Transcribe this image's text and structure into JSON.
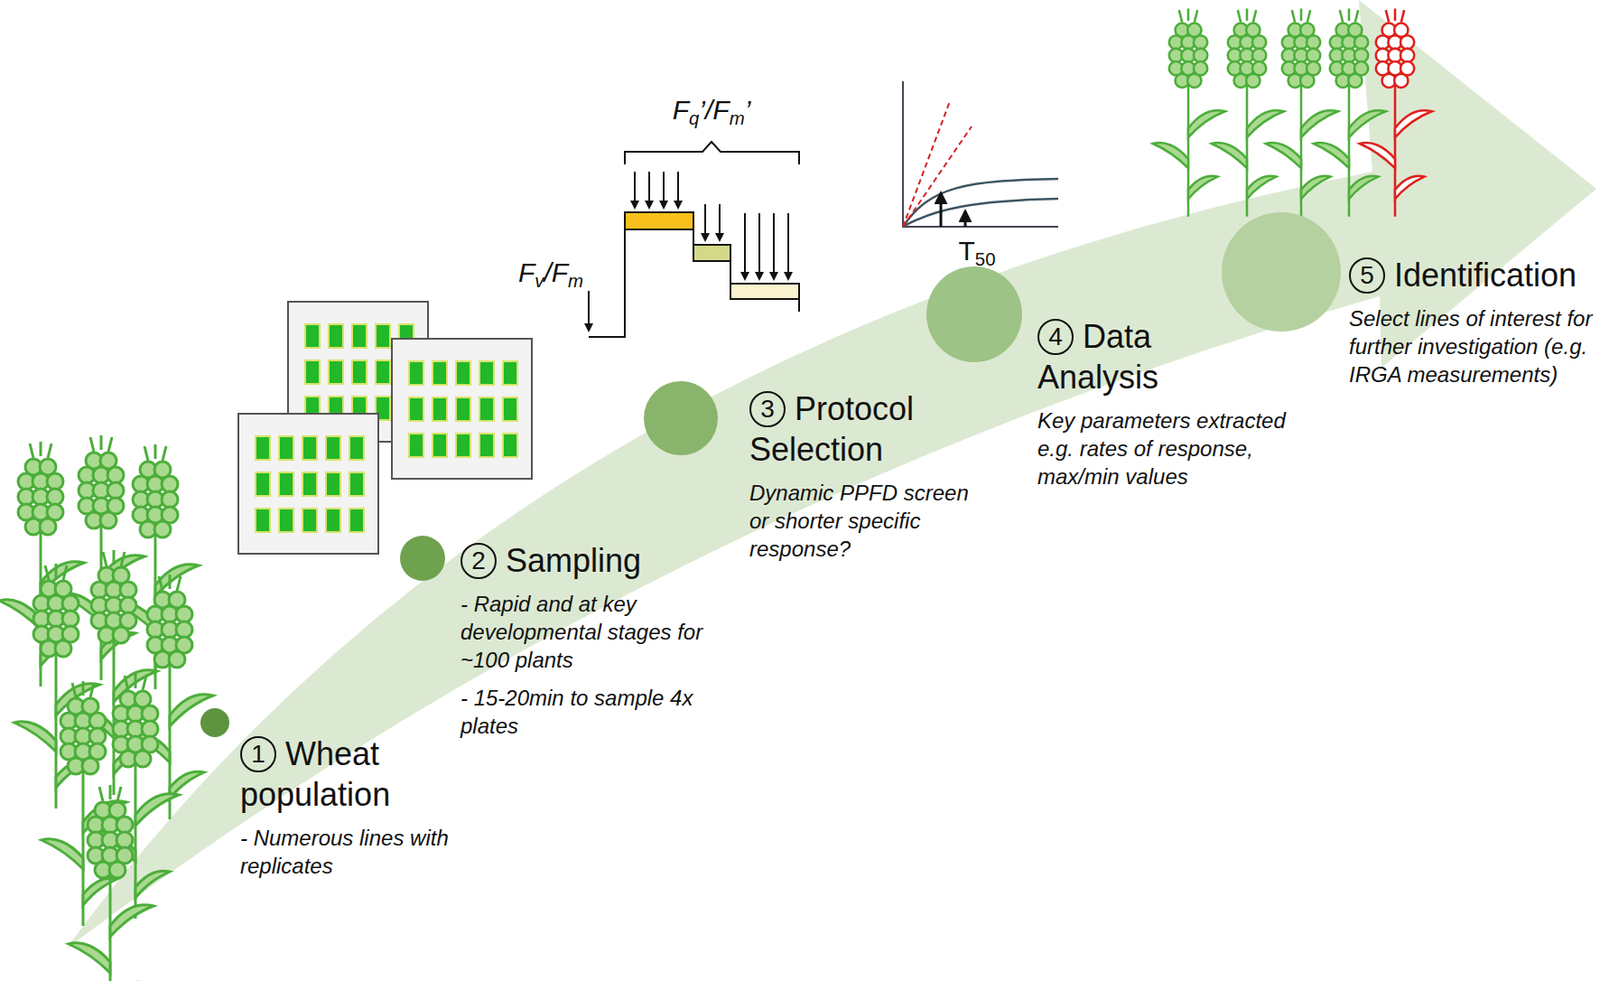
{
  "diagram": {
    "nodes": [
      {
        "text": [
          "1",
          "Wheat population",
          "- Numerous lines with replicates"
        ]
      },
      {
        "text": [
          "2",
          "Sampling",
          "- Rapid and at key developmental stages for ~100 plants",
          "- 15-20min to sample 4x plates"
        ]
      },
      {
        "text": [
          "3",
          "Protocol Selection",
          "Dynamic PPFD screen or shorter specific response?"
        ]
      },
      {
        "text": [
          "4",
          "Data Analysis",
          "Key parameters extracted e.g. rates of response, max/min values"
        ]
      },
      {
        "text": [
          "5",
          "Identification",
          "Select lines of interest for further investigation (e.g. IRGA measurements)"
        ]
      }
    ],
    "labels": [
      "Fq’/Fm’",
      "Fv/Fm",
      "T50"
    ]
  }
}
